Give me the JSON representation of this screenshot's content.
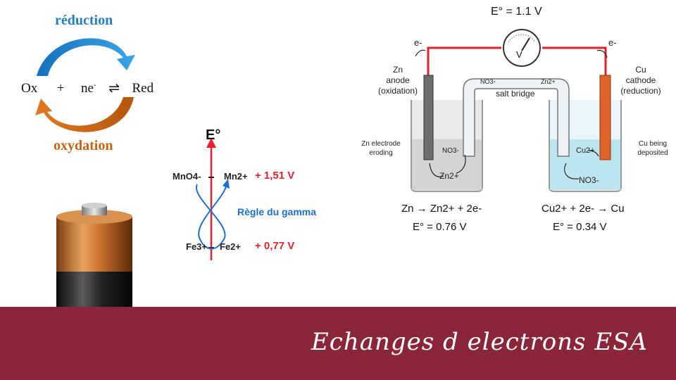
{
  "redox": {
    "reduction_label": "réduction",
    "oxidation_label": "oxydation",
    "ox": "Ox",
    "plus": "+",
    "electrons": "ne",
    "electron_sup": "-",
    "equilibrium": "⇌",
    "red": "Red"
  },
  "gamma": {
    "axis_label": "E°",
    "upper_ox": "MnO4-",
    "upper_red": "Mn2+",
    "upper_potential": "+ 1,51 V",
    "lower_ox": "Fe3+",
    "lower_red": "Fe2+",
    "lower_potential": "+ 0,77 V",
    "rule": "Règle du gamma"
  },
  "cell": {
    "emf": "E° = 1.1 V",
    "voltmeter": "V",
    "electron_left": "e-",
    "electron_right": "e-",
    "left_electrode": "Zn",
    "left_role": "anode",
    "left_process": "(oxidation)",
    "right_electrode": "Cu",
    "right_role": "cathode",
    "right_process": "(reduction)",
    "salt_bridge": "salt bridge",
    "bridge_left_ion": "NO3-",
    "bridge_right_ion": "Zn2+",
    "zn_eroding_1": "Zn electrode",
    "zn_eroding_2": "eroding",
    "cu_deposit_1": "Cu being",
    "cu_deposit_2": "deposited",
    "left_solution_ion": "NO3-",
    "left_product_ion": "Zn2+",
    "right_solution_ion": "Cu2+",
    "right_solution_anion": "NO3-",
    "left_half_reaction": "Zn → Zn2+ + 2e-",
    "right_half_reaction": "Cu2+ + 2e- → Cu",
    "left_potential": "E° = 0.76 V",
    "right_potential": "E° = 0.34 V"
  },
  "banner": {
    "title": "Echanges d electrons ESA"
  },
  "colors": {
    "banner": "#8b2539",
    "reduction_arrow": "#1f8fd6",
    "oxidation_arrow": "#c8620e",
    "potential_red": "#e8212a",
    "gamma_blue": "#1a6fd0"
  }
}
